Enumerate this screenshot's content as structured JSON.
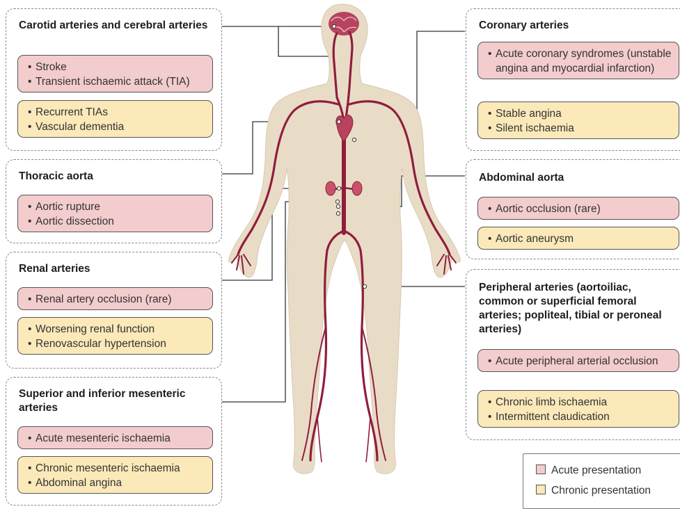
{
  "panels": {
    "carotid": {
      "title": "Carotid arteries and cerebral arteries",
      "acute": [
        "Stroke",
        "Transient ischaemic attack (TIA)"
      ],
      "chronic": [
        "Recurrent TIAs",
        "Vascular dementia"
      ]
    },
    "thoracic": {
      "title": "Thoracic aorta",
      "acute": [
        "Aortic rupture",
        "Aortic dissection"
      ]
    },
    "renal": {
      "title": "Renal arteries",
      "acute": [
        "Renal artery occlusion (rare)"
      ],
      "chronic": [
        "Worsening renal function",
        "Renovascular hypertension"
      ]
    },
    "mesenteric": {
      "title": "Superior and inferior mesenteric arteries",
      "acute": [
        "Acute mesenteric ischaemia"
      ],
      "chronic": [
        "Chronic mesenteric ischaemia",
        "Abdominal angina"
      ]
    },
    "coronary": {
      "title": "Coronary arteries",
      "acute": [
        "Acute coronary syndromes (unstable angina and myocardial infarction)"
      ],
      "chronic": [
        "Stable angina",
        "Silent ischaemia"
      ]
    },
    "abdominal": {
      "title": "Abdominal aorta",
      "acute": [
        "Aortic occlusion (rare)"
      ],
      "chronic": [
        "Aortic aneurysm"
      ]
    },
    "peripheral": {
      "title": "Peripheral arteries (aortoiliac, common or superficial femoral arteries; popliteal, tibial or peroneal arteries)",
      "acute": [
        "Acute peripheral arterial occlusion"
      ],
      "chronic": [
        "Chronic limb ischaemia",
        "Intermittent claudication"
      ]
    }
  },
  "legend": {
    "acute": "Acute presentation",
    "chronic": "Chronic presentation"
  },
  "colors": {
    "acute_fill": "#f3ccce",
    "chronic_fill": "#fbe9b9",
    "body_fill": "#e9dcc7",
    "artery": "#8f1e3c",
    "connector": "#333333"
  }
}
